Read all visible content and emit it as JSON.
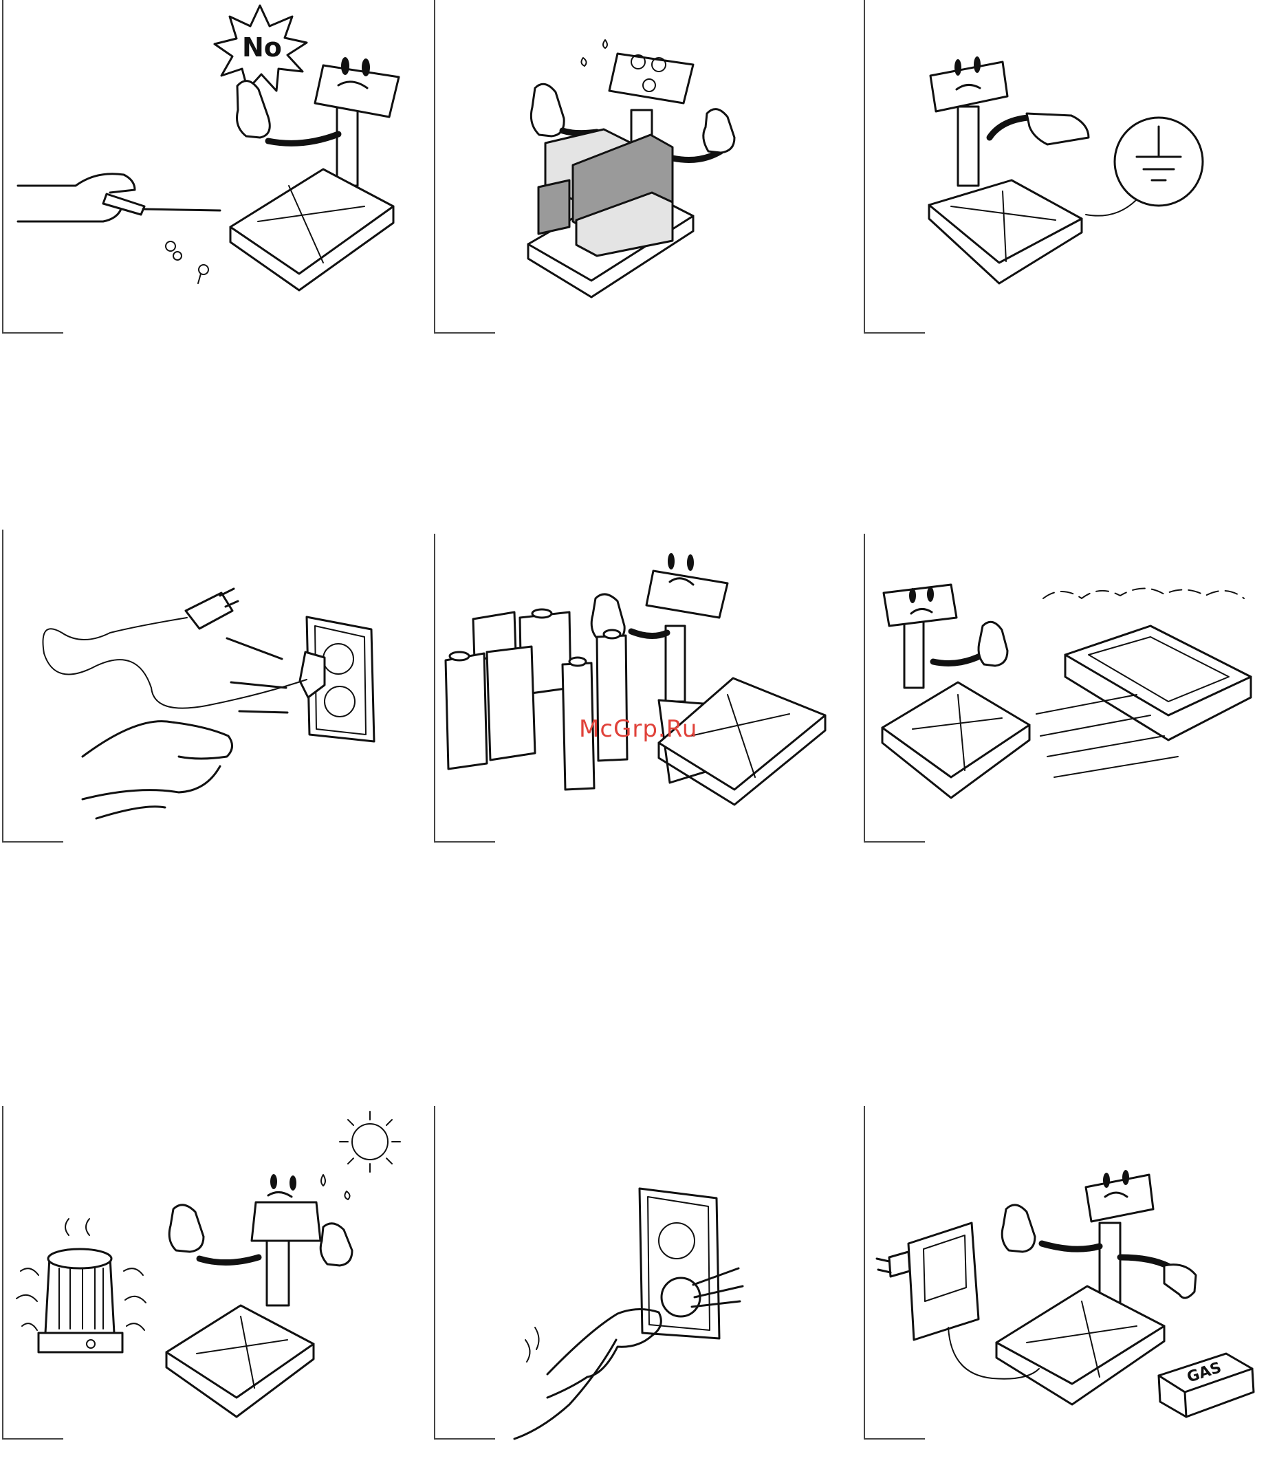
{
  "panel_texts": {
    "no_sign": "No",
    "gas_box": "GAS"
  },
  "watermark": "McGrp.Ru",
  "colors": {
    "line": "#111111",
    "watermark": "#e0423a",
    "shade_dark": "#9a9a9a",
    "shade_light": "#e4e4e4"
  }
}
